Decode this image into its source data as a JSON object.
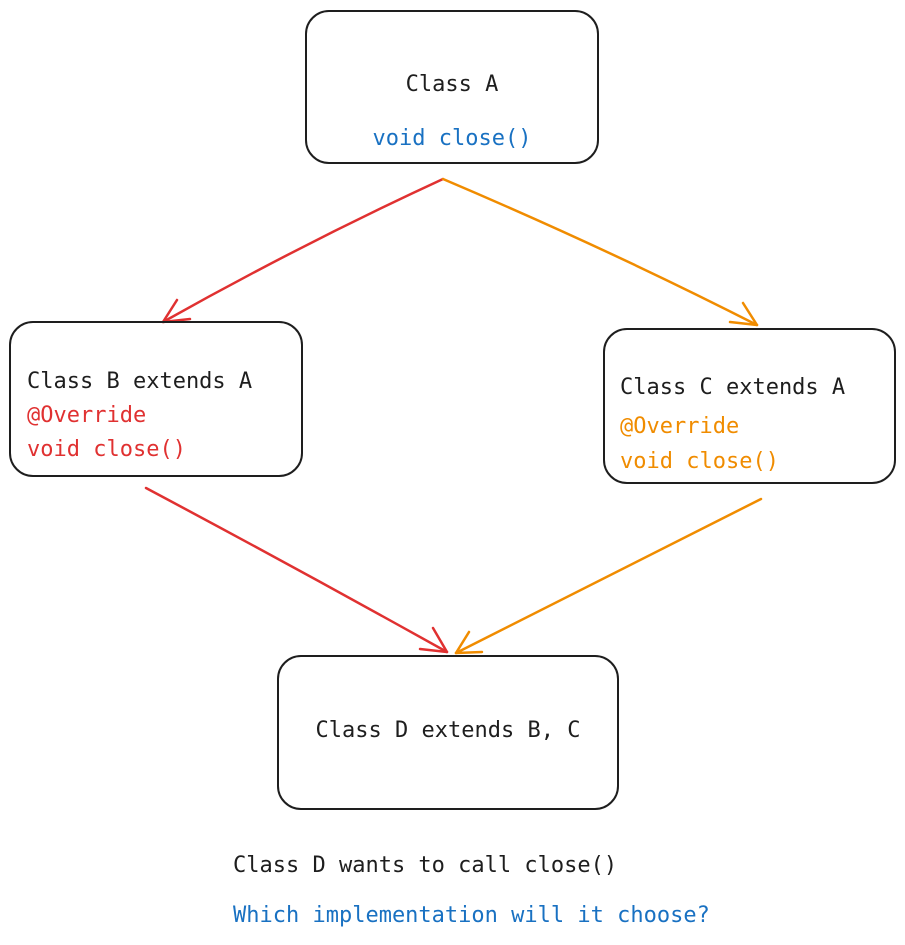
{
  "colors": {
    "stroke": "#1e1e1e",
    "blue": "#1971c2",
    "red": "#e03131",
    "orange": "#f08c00"
  },
  "class_a": {
    "title": "Class A",
    "method": "void close()"
  },
  "class_b": {
    "title": "Class B extends A",
    "annotation": "@Override",
    "method": "void close()"
  },
  "class_c": {
    "title": "Class C extends A",
    "annotation": "@Override",
    "method": "void close()"
  },
  "class_d": {
    "title": "Class D extends B, C"
  },
  "caption": {
    "statement": "Class D wants to call close()",
    "question": "Which implementation will it choose?"
  }
}
